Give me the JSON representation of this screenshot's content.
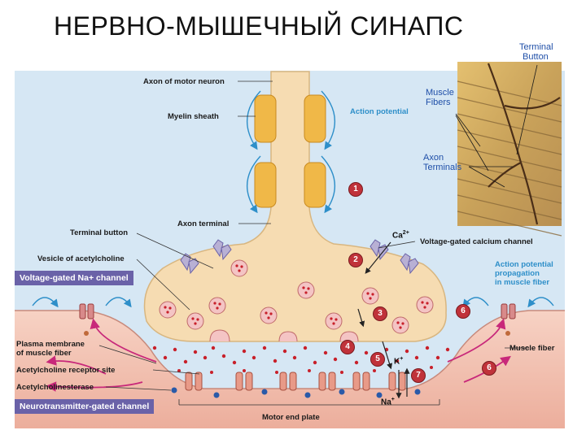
{
  "title": "НЕРВНО-МЫШЕЧНЫЙ СИНАПС",
  "labels": {
    "axon_motor_neuron": "Axon of motor neuron",
    "myelin_sheath": "Myelin sheath",
    "action_potential": "Action potential",
    "terminal_button": "Terminal button",
    "axon_terminal": "Axon terminal",
    "vesicle": "Vesicle of acetylcholine",
    "vg_na_channel": "Voltage-gated Na+ channel",
    "vg_ca_channel": "Voltage-gated calcium channel",
    "ap_propagation": [
      "Action potential",
      "propagation",
      "in muscle fiber"
    ],
    "plasma_membrane": [
      "Plasma membrane",
      "of muscle fiber"
    ],
    "ach_receptor": "Acetylcholine receptor site",
    "acetylcholinesterase": "Acetylcholinesterase",
    "nt_gated_channel": "Neurotransmitter-gated channel",
    "muscle_fiber": "Muscle fiber",
    "motor_end_plate": "Motor end plate"
  },
  "ions": {
    "ca": "Ca",
    "ca_charge": "2+",
    "k": "K",
    "k_charge": "+",
    "na": "Na",
    "na_charge": "+"
  },
  "steps": [
    "1",
    "2",
    "3",
    "4",
    "5",
    "6",
    "7",
    "6"
  ],
  "micrograph": {
    "terminal_button": [
      "Terminal",
      "Button"
    ],
    "muscle_fibers": [
      "Muscle",
      "Fibers"
    ],
    "axon_terminals": [
      "Axon",
      "Terminals"
    ]
  },
  "colors": {
    "background_panel": "#d6e7f4",
    "axon": "#f6dcb2",
    "myelin": "#f0b848",
    "muscle": "#f4c6b8",
    "vesicle": "#f4c4c4",
    "ach_dot": "#c8202a",
    "channel": "#b8b0d4",
    "na_channel": "#d88a8a",
    "label_box": "#6a62a8",
    "action_potential_text": "#2e8fc9",
    "arrow_magenta": "#c8287a"
  }
}
